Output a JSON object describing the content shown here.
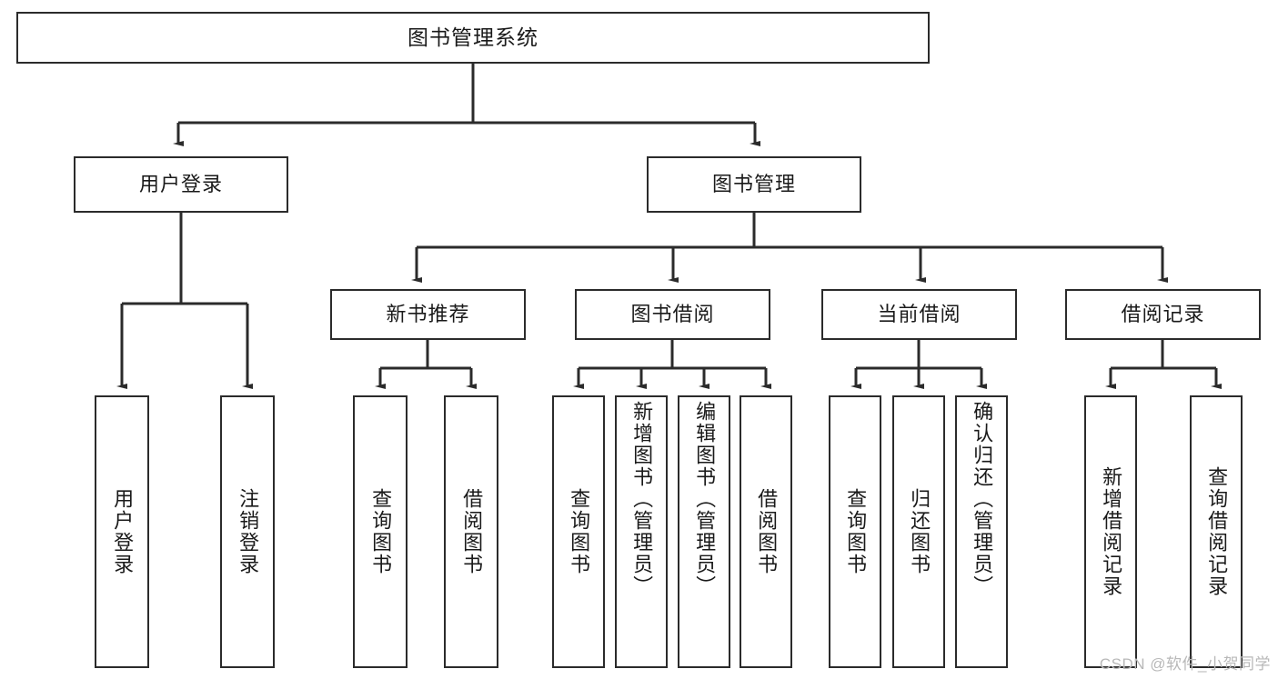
{
  "diagram": {
    "title": "图书管理系统",
    "type": "tree-hierarchy",
    "root": {
      "id": "root",
      "label": "图书管理系统"
    },
    "level2": [
      {
        "id": "user-login",
        "label": "用户登录"
      },
      {
        "id": "book-manage",
        "label": "图书管理"
      }
    ],
    "level3": [
      {
        "id": "new-book-rec",
        "label": "新书推荐"
      },
      {
        "id": "book-borrow",
        "label": "图书借阅"
      },
      {
        "id": "current-borrow",
        "label": "当前借阅"
      },
      {
        "id": "borrow-record",
        "label": "借阅记录"
      }
    ],
    "leaves": {
      "user_login": [
        {
          "id": "leaf-user-login",
          "label": "用户登录"
        },
        {
          "id": "leaf-logout",
          "label": "注销登录"
        }
      ],
      "new_book_rec": [
        {
          "id": "leaf-query-book-1",
          "label": "查询图书"
        },
        {
          "id": "leaf-borrow-book-1",
          "label": "借阅图书"
        }
      ],
      "book_borrow": [
        {
          "id": "leaf-query-book-2",
          "label": "查询图书"
        },
        {
          "id": "leaf-add-book",
          "label": "新增图书（管理员）"
        },
        {
          "id": "leaf-edit-book",
          "label": "编辑图书（管理员）"
        },
        {
          "id": "leaf-borrow-book-2",
          "label": "借阅图书"
        }
      ],
      "current_borrow": [
        {
          "id": "leaf-query-book-3",
          "label": "查询图书"
        },
        {
          "id": "leaf-return-book",
          "label": "归还图书"
        },
        {
          "id": "leaf-confirm-return",
          "label": "确认归还（管理员）"
        }
      ],
      "borrow_record": [
        {
          "id": "leaf-add-record",
          "label": "新增借阅记录"
        },
        {
          "id": "leaf-query-record",
          "label": "查询借阅记录"
        }
      ]
    }
  },
  "watermark": {
    "text": "CSDN @软件_小贺同学"
  },
  "colors": {
    "stroke": "#2b2b2b",
    "background": "#ffffff",
    "text": "#1a1a1a",
    "watermark": "#b8b8b8"
  }
}
